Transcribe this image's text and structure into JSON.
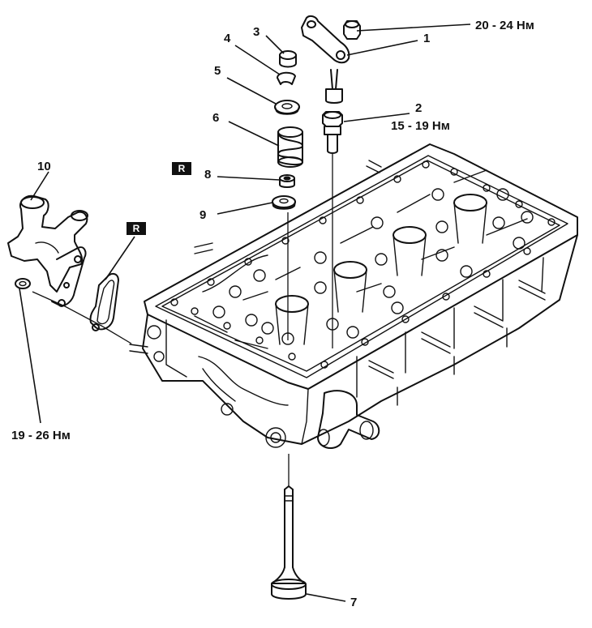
{
  "labels": {
    "n1": "1",
    "n2": "2",
    "n3": "3",
    "n4": "4",
    "n5": "5",
    "n6": "6",
    "n7": "7",
    "n8": "8",
    "n9": "9",
    "n10": "10"
  },
  "torques": {
    "t_top": "20 - 24 Нм",
    "t_bolt": "15 - 19 Нм",
    "t_left": "19 - 26 Нм"
  },
  "badges": {
    "r_upper": "R",
    "r_lower": "R"
  }
}
